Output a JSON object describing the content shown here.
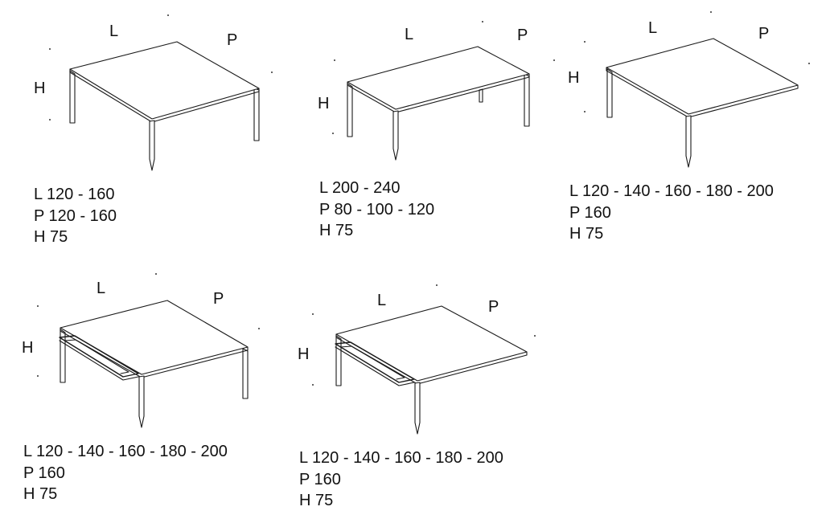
{
  "dimension_letters": {
    "length": "L",
    "depth": "P",
    "height": "H"
  },
  "tables": [
    {
      "specs": [
        "L 120 - 160",
        "P 120 - 160",
        "H 75"
      ]
    },
    {
      "specs": [
        "L 200 - 240",
        "P 80 - 100 - 120",
        "H 75"
      ]
    },
    {
      "specs": [
        "L 120 - 140 - 160 - 180 - 200",
        "P 160",
        "H 75"
      ]
    },
    {
      "specs": [
        "L 120 - 140 - 160 - 180 - 200",
        "P 160",
        "H 75"
      ]
    },
    {
      "specs": [
        "L 120 - 140 - 160 - 180 - 200",
        "P 160",
        "H 75"
      ]
    }
  ]
}
